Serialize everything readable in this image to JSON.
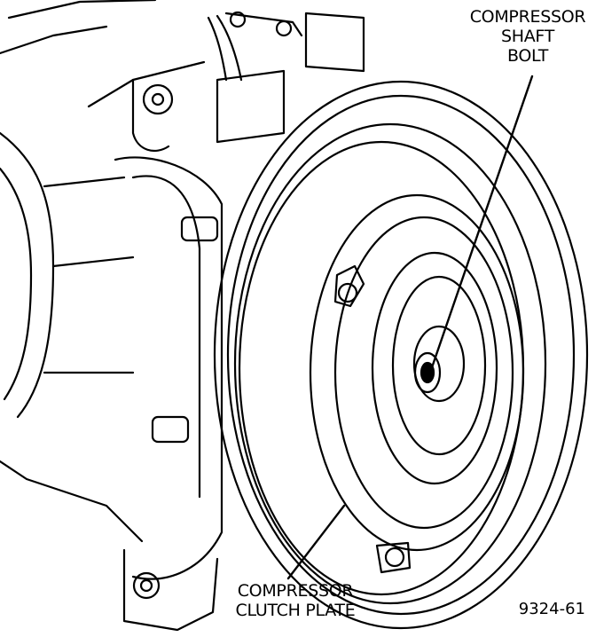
{
  "labels": {
    "shaft_bolt": [
      "COMPRESSOR",
      "SHAFT",
      "BOLT"
    ],
    "clutch_plate": [
      "COMPRESSOR",
      "CLUTCH PLATE"
    ]
  },
  "figure_number": "9324-61",
  "colors": {
    "ink": "#000000",
    "paper": "#ffffff"
  }
}
